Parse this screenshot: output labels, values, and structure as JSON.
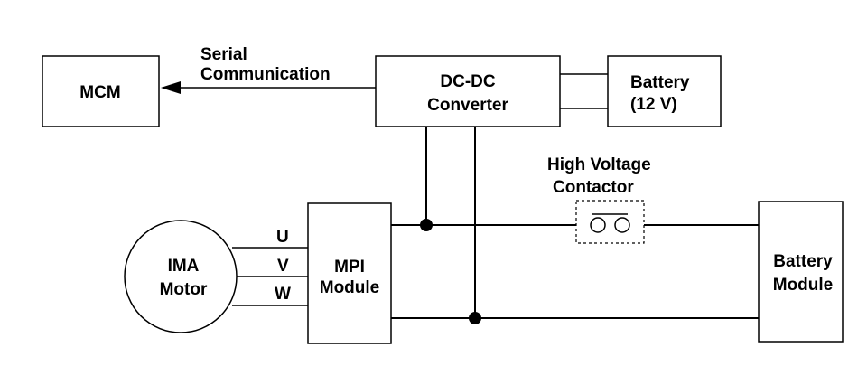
{
  "blocks": {
    "mcm": "MCM",
    "dcdc": [
      "DC-DC",
      "Converter"
    ],
    "battery12v": [
      "Battery",
      "(12 V)"
    ],
    "ima_motor": [
      "IMA",
      "Motor"
    ],
    "mpi_module": [
      "MPI",
      "Module"
    ],
    "battery_module": [
      "Battery",
      "Module"
    ]
  },
  "labels": {
    "serial_communication": [
      "Serial",
      "Communication"
    ],
    "high_voltage_contactor": [
      "High Voltage",
      "Contactor"
    ],
    "phase_u": "U",
    "phase_v": "V",
    "phase_w": "W"
  },
  "colors": {
    "stroke": "#000000",
    "background": "#ffffff"
  }
}
